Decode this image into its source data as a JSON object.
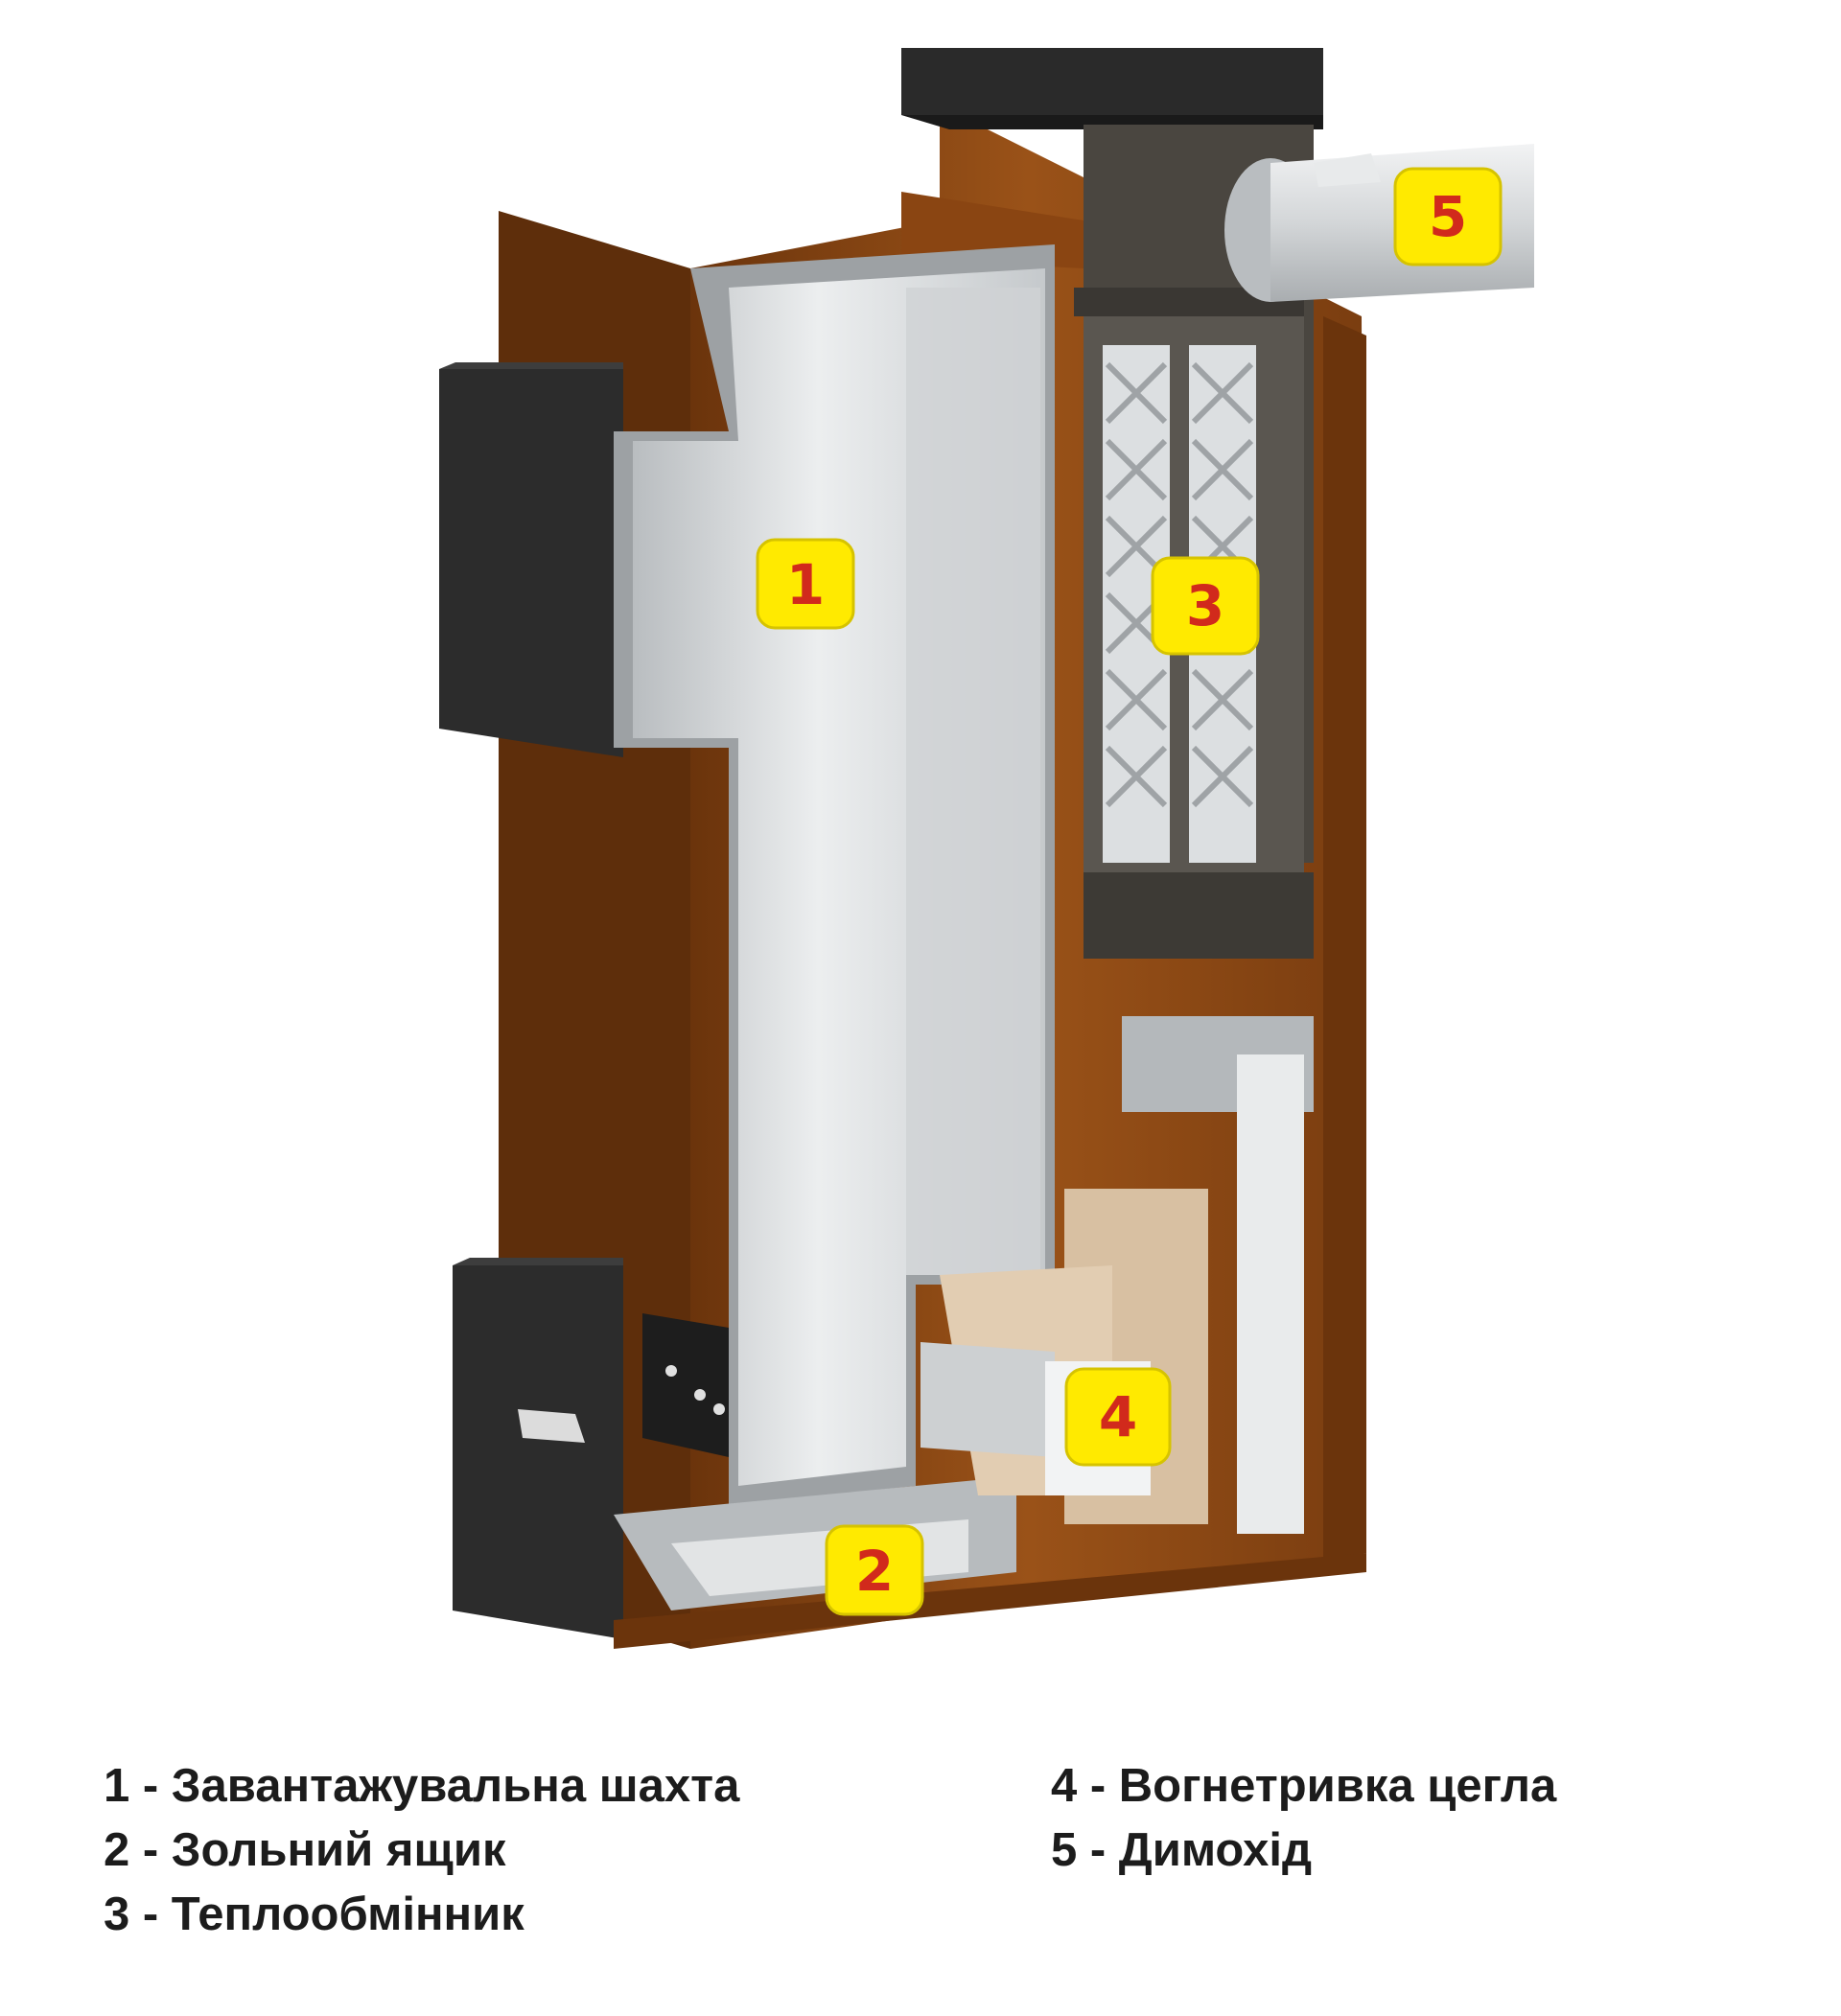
{
  "badges": [
    {
      "id": "1",
      "label": "1"
    },
    {
      "id": "2",
      "label": "2"
    },
    {
      "id": "3",
      "label": "3"
    },
    {
      "id": "4",
      "label": "4"
    },
    {
      "id": "5",
      "label": "5"
    }
  ],
  "legend": {
    "left": [
      {
        "text": "1 - Завантажувальна шахта"
      },
      {
        "text": "2 - Зольний ящик"
      },
      {
        "text": "3 - Теплообмінник"
      }
    ],
    "right": [
      {
        "text": "4 - Вогнетривка цегла"
      },
      {
        "text": "5 - Димохід"
      }
    ]
  },
  "colors": {
    "casing": "#8a4512",
    "casing_dark": "#5e2e0b",
    "steel": "#c9cdd0",
    "steel_light": "#e7e9ea",
    "insulation": "#2c2c2c",
    "brick": "#dcc4a6",
    "badge_fill": "#ffea00",
    "badge_text": "#d12a1c"
  }
}
